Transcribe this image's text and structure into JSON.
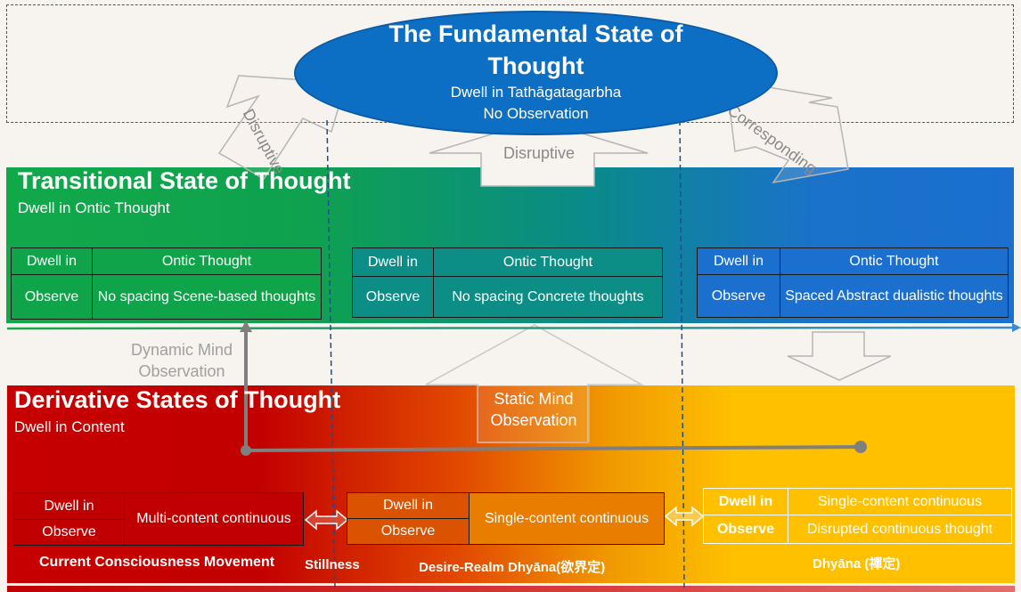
{
  "fundamental": {
    "title_line1": "The Fundamental State of",
    "title_line2": "Thought",
    "sub_line1": "Dwell in Tathāgatagarbha",
    "sub_line2": "No Observation"
  },
  "arrows": {
    "disruptive_left": "Disruptive",
    "disruptive_center": "Disruptive",
    "corresponding": "Corresponding"
  },
  "transitional": {
    "title": "Transitional State of Thought",
    "subtitle": "Dwell in Ontic Thought",
    "tables": [
      {
        "dwell_label": "Dwell in",
        "dwell_value": "Ontic Thought",
        "observe_label": "Observe",
        "observe_value": "No spacing Scene-based thoughts"
      },
      {
        "dwell_label": "Dwell in",
        "dwell_value": "Ontic Thought",
        "observe_label": "Observe",
        "observe_value": "No spacing Concrete thoughts"
      },
      {
        "dwell_label": "Dwell in",
        "dwell_value": "Ontic Thought",
        "observe_label": "Observe",
        "observe_value": "Spaced Abstract dualistic thoughts"
      }
    ]
  },
  "observation": {
    "dynamic_line1": "Dynamic Mind",
    "dynamic_line2": "Observation",
    "static_line1": "Static Mind",
    "static_line2": "Observation"
  },
  "derivative": {
    "title": "Derivative States of Thought",
    "subtitle": "Dwell in Content",
    "tables": [
      {
        "dwell_label": "Dwell in",
        "observe_label": "Observe",
        "value": "Multi-content continuous"
      },
      {
        "dwell_label": "Dwell in",
        "observe_label": "Observe",
        "value": "Single-content continuous"
      },
      {
        "dwell_label": "Dwell in",
        "dwell_value": "Single-content continuous",
        "observe_label": "Observe",
        "observe_value": "Disrupted continuous thought"
      }
    ],
    "captions": {
      "current": "Current Consciousness Movement",
      "stillness": "Stillness",
      "desire": "Desire-Realm Dhyāna(欲界定)",
      "dhyana": "Dhyāna (禪定)"
    }
  },
  "colors": {
    "green": "#10a94a",
    "blue": "#1a6fcf",
    "red": "#c60000",
    "gold": "#ffc000",
    "ellipse": "#0d6fc4"
  }
}
